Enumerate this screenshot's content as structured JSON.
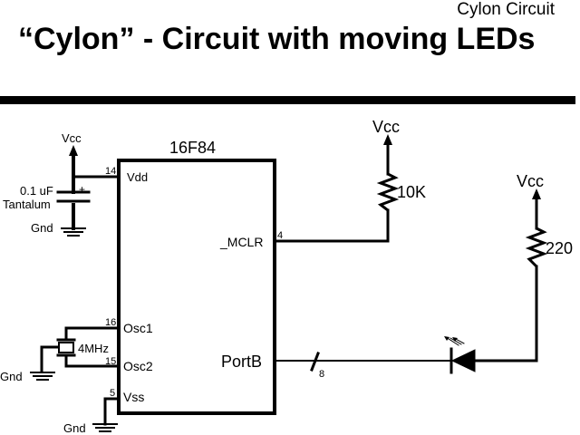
{
  "header": {
    "subtitle": "Cylon Circuit",
    "title": "“Cylon” - Circuit with moving LEDs"
  },
  "schematic": {
    "chip": {
      "name": "16F84",
      "pins": {
        "vdd": {
          "label": "Vdd",
          "number": "14"
        },
        "mclr": {
          "label": "_MCLR",
          "number": "4"
        },
        "osc1": {
          "label": "Osc1",
          "number": "16"
        },
        "osc2": {
          "label": "Osc2",
          "number": "15"
        },
        "vss": {
          "label": "Vss",
          "number": "5"
        },
        "portb": {
          "label": "PortB"
        }
      }
    },
    "power": {
      "vcc_cap": "Vcc",
      "vcc_mclr": "Vcc",
      "vcc_led": "Vcc",
      "gnd_cap": "Gnd",
      "gnd_crystal": "Gnd",
      "gnd_vss": "Gnd"
    },
    "capacitor": {
      "value": "0.1 uF",
      "type": "Tantalum",
      "polarity": "+"
    },
    "crystal": {
      "value": "4MHz"
    },
    "resistor_mclr": {
      "value": "10K"
    },
    "resistor_led": {
      "value": "220"
    },
    "bus": {
      "width": "8"
    }
  }
}
